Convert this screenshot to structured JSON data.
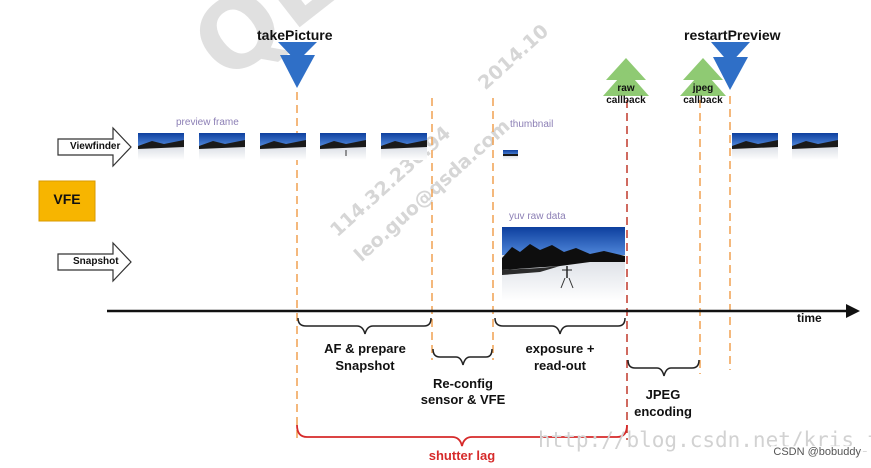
{
  "watermarks": {
    "logo_text": "QLAB",
    "ip_text": "114.32.230.94",
    "email_text": "leo.guo@qsda.com",
    "date_text": "2014.10",
    "footer_url": "http://blog.csdn.net/kris_fei",
    "credit": "CSDN @bobuddy"
  },
  "events": {
    "take_picture": "takePicture",
    "restart_preview": "restartPreview",
    "raw_callback_line1": "raw",
    "raw_callback_line2": "callback",
    "jpeg_callback_line1": "jpeg",
    "jpeg_callback_line2": "callback"
  },
  "lanes": {
    "viewfinder": "Viewfinder",
    "snapshot": "Snapshot",
    "vfe": "VFE"
  },
  "annotations": {
    "preview_frame": "preview frame",
    "thumbnail": "thumbnail",
    "yuv_raw_data": "yuv raw data"
  },
  "timeline": {
    "axis_label": "time"
  },
  "phases": {
    "af_line1": "AF & prepare",
    "af_line2": "Snapshot",
    "reconfig_line1": "Re-config",
    "reconfig_line2": "sensor & VFE",
    "exposure_line1": "exposure +",
    "exposure_line2": "read-out",
    "jpeg_line1": "JPEG",
    "jpeg_line2": "encoding",
    "shutter_lag": "shutter lag"
  },
  "colors": {
    "blue_arrow": "#2f6fc7",
    "green_arrow": "#8fca73",
    "orange_dash": "#f0a050",
    "red_dash": "#c0392b",
    "vfe_fill": "#f7b500",
    "shutter_lag": "#d62a2a",
    "annotation": "#8c7fb5"
  }
}
